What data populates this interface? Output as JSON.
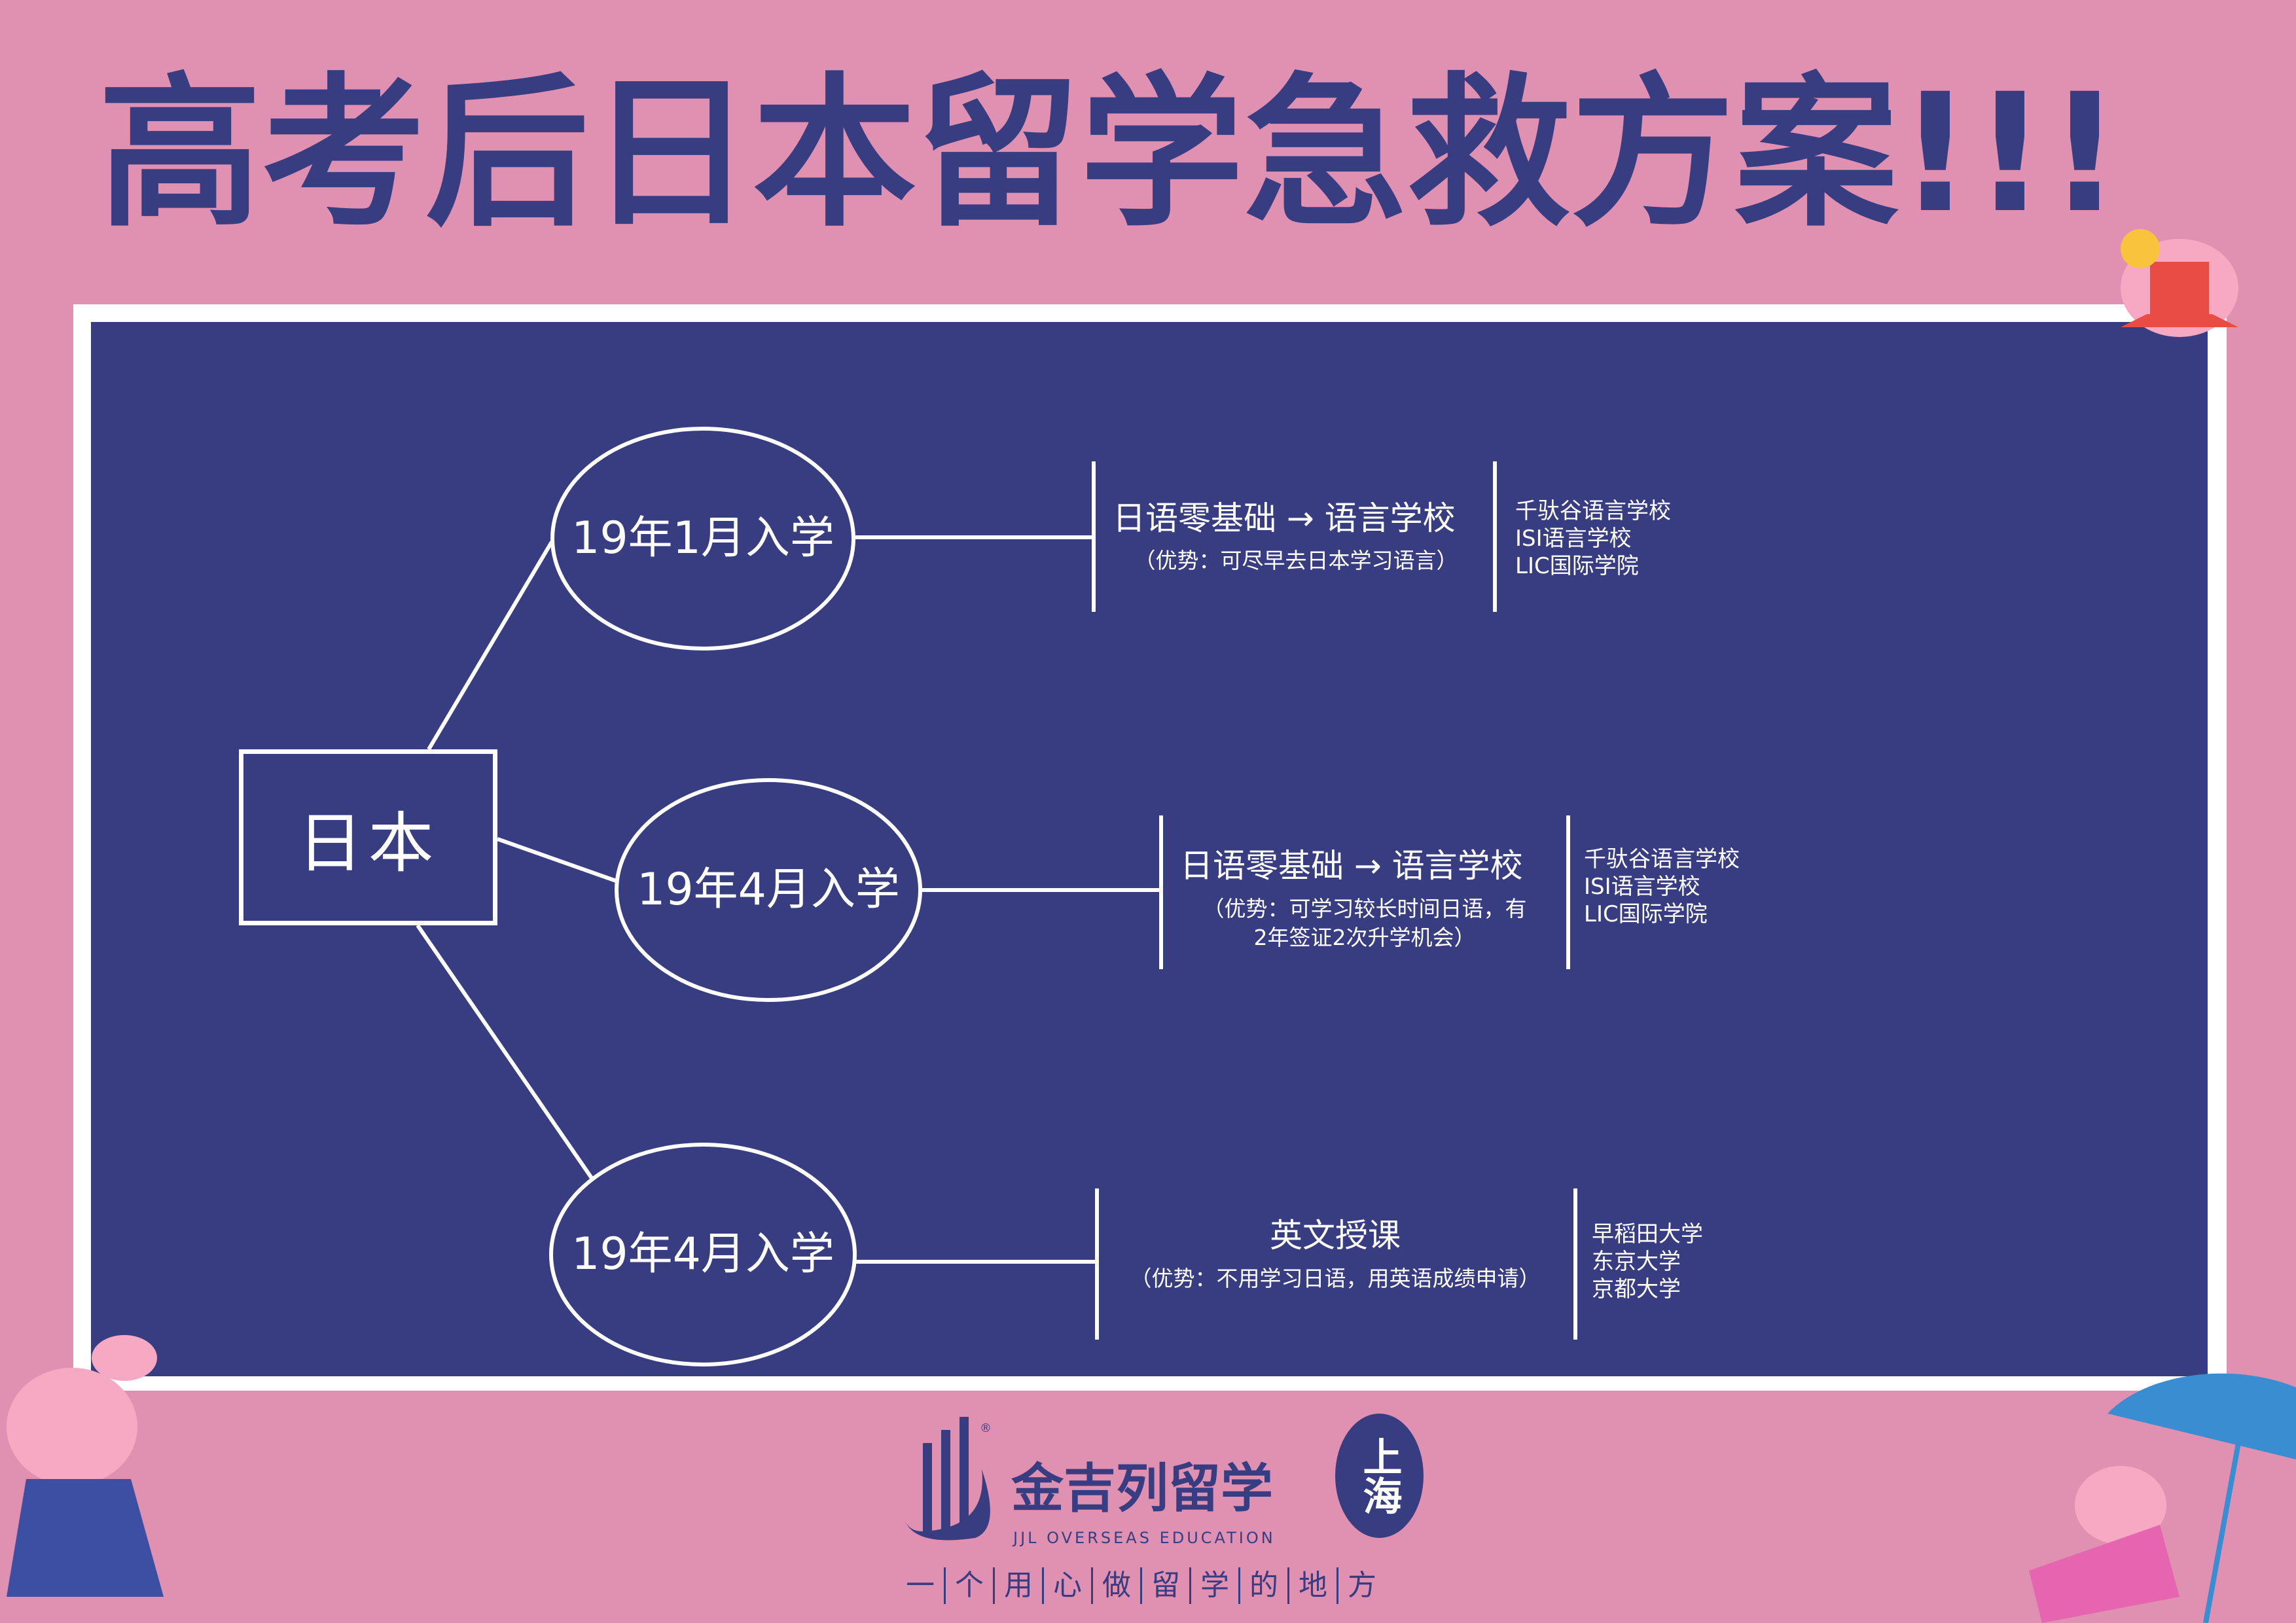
{
  "title": "高考后日本留学急救方案!!!",
  "root": "日本",
  "branches": [
    {
      "label": "19年1月入学",
      "route": "日语零基础 → 语言学校",
      "advantage": [
        "（优势：可尽早去日本学习语言）"
      ],
      "schools": [
        "千驮谷语言学校",
        "ISI语言学校",
        "LIC国际学院"
      ]
    },
    {
      "label": "19年4月入学",
      "route": "日语零基础 → 语言学校",
      "advantage": [
        "（优势：可学习较长时间日语，有",
        "2年签证2次升学机会）"
      ],
      "schools": [
        "千驮谷语言学校",
        "ISI语言学校",
        "LIC国际学院"
      ]
    },
    {
      "label": "19年4月入学",
      "route": "英文授课",
      "advantage": [
        "（优势：不用学习日语，用英语成绩申请）"
      ],
      "schools": [
        "早稻田大学",
        "东京大学",
        "京都大学"
      ]
    }
  ],
  "footer": {
    "brand": "金吉列留学",
    "brand_en": "JJL OVERSEAS EDUCATION",
    "registered": "®",
    "seal": "上海",
    "tagline": [
      "一",
      "个",
      "用",
      "心",
      "做",
      "留",
      "学",
      "的",
      "地",
      "方"
    ]
  },
  "colors": {
    "background": "#e091b1",
    "navy": "#383d82",
    "white": "#ffffff"
  }
}
